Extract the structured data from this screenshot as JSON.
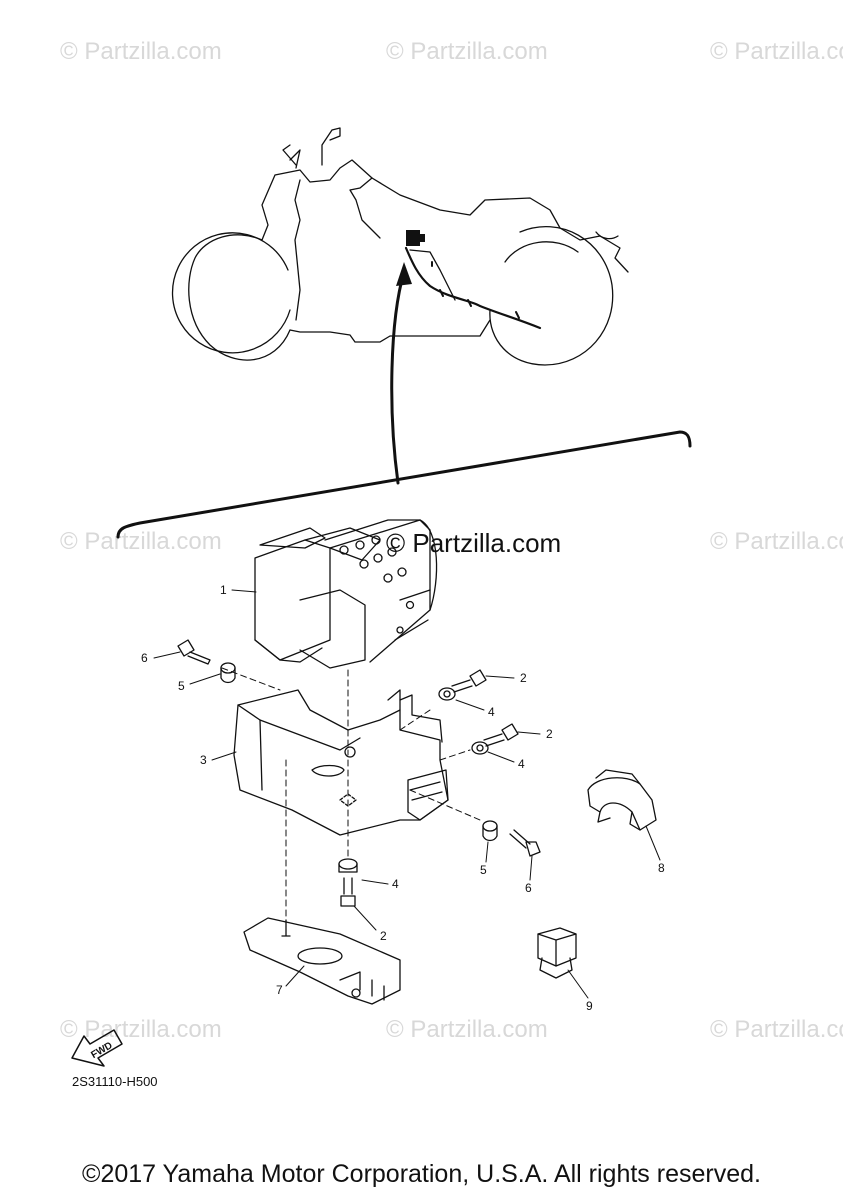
{
  "watermarks": {
    "text": "© Partzilla.com",
    "main": "© Partzilla.com"
  },
  "callouts": [
    "1",
    "2",
    "2",
    "2",
    "3",
    "4",
    "4",
    "4",
    "5",
    "5",
    "6",
    "6",
    "7",
    "8",
    "9"
  ],
  "fwd_label": "FWD",
  "diagram_code": "2S31110-H500",
  "copyright": "©2017 Yamaha Motor Corporation, U.S.A. All rights reserved."
}
